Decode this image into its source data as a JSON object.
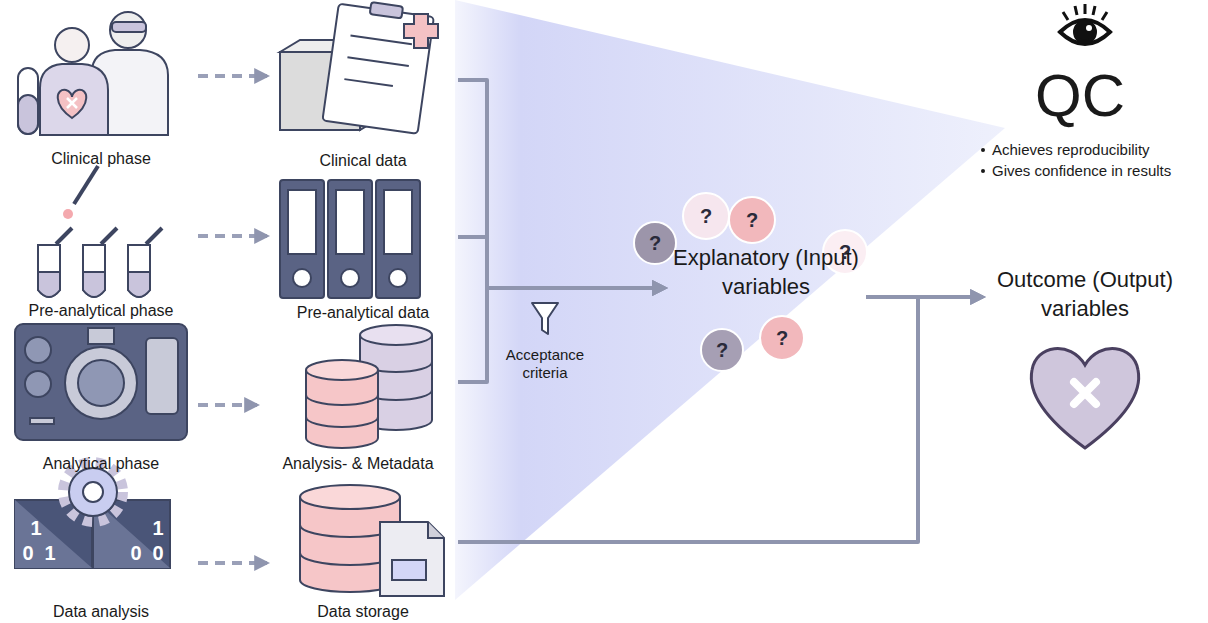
{
  "diagram": {
    "nodes": [
      {
        "text": [
          "Clinical phase"
        ]
      },
      {
        "text": [
          "Pre-analytical phase"
        ]
      },
      {
        "text": [
          "Analytical phase"
        ]
      },
      {
        "text": [
          "Data analysis"
        ]
      },
      {
        "text": [
          "Clinical data"
        ]
      },
      {
        "text": [
          "Pre-analytical data"
        ]
      },
      {
        "text": [
          "Analysis- & Metadata"
        ]
      },
      {
        "text": [
          "Data storage"
        ]
      },
      {
        "text": [
          "Explanatory (Input) variables"
        ]
      },
      {
        "text": [
          "Outcome (Output) variables"
        ]
      },
      {
        "text": [
          "QC",
          "Achieves reproducibility",
          "Gives confidence in results"
        ]
      }
    ],
    "edges": [
      {
        "from": 0,
        "to": 4,
        "arrow": "to"
      },
      {
        "from": 1,
        "to": 5,
        "arrow": "to"
      },
      {
        "from": 2,
        "to": 6,
        "arrow": "to"
      },
      {
        "from": 3,
        "to": 7,
        "arrow": "to"
      },
      {
        "from": 4,
        "to": 8,
        "arrow": "to"
      },
      {
        "from": 5,
        "to": 8,
        "arrow": "to"
      },
      {
        "from": 6,
        "to": 8,
        "arrow": "to"
      },
      {
        "from": 8,
        "to": 9,
        "arrow": "to"
      },
      {
        "from": 7,
        "to": 9,
        "arrow": "to"
      }
    ],
    "labels": [
      "Acceptance criteria",
      "?",
      "?",
      "?",
      "?",
      "?",
      "?",
      "1",
      "0",
      "1",
      "1",
      "0",
      "0"
    ]
  }
}
